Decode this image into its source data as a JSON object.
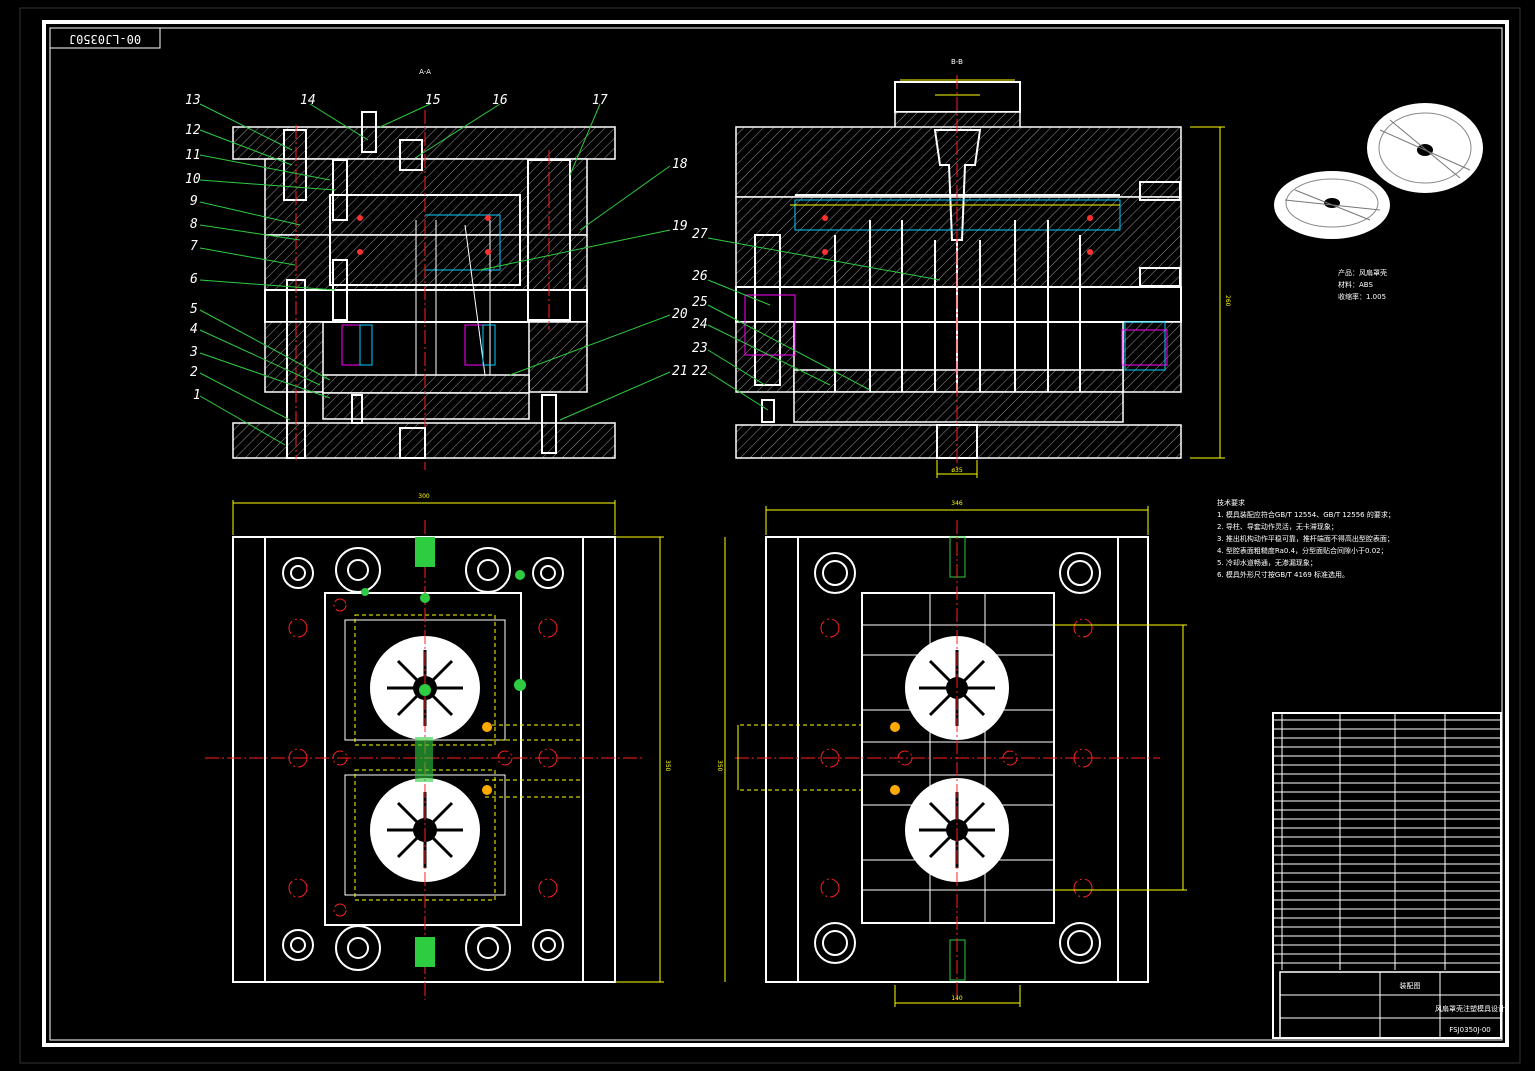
{
  "title_box": {
    "drawing_no": "00-LJ0350J"
  },
  "section_labels": {
    "left": "A-A",
    "right": "B-B"
  },
  "part_callouts_left": [
    "13",
    "12",
    "11",
    "10",
    "9",
    "8",
    "7",
    "6",
    "5",
    "4",
    "3",
    "2",
    "1",
    "14",
    "15",
    "16",
    "17",
    "18",
    "19",
    "20",
    "21"
  ],
  "part_callouts_right": [
    "27",
    "26",
    "25",
    "24",
    "23",
    "22"
  ],
  "dimensions": {
    "plan_left_width": "300",
    "plan_right_width": "346",
    "plan_left_height": "350",
    "plan_right_height": "350",
    "bottom_gap": "140",
    "sprue_dia": "ø35",
    "side_height": "260"
  },
  "product_info": {
    "lines": [
      "产品：风扇罩壳",
      "材料：ABS",
      "收缩率：1.005"
    ]
  },
  "tech_notes": {
    "heading": "技术要求",
    "items": [
      "1. 模具装配应符合GB/T 12554、GB/T 12556 的要求；",
      "2. 导柱、导套动作灵活，无卡滞现象；",
      "3. 推出机构动作平稳可靠，推杆端面不得高出型腔表面；",
      "4. 型腔表面粗糙度Ra0.4，分型面贴合间隙小于0.02；",
      "5. 冷却水道畅通，无渗漏现象；",
      "6. 模具外形尺寸按GB/T 4169 标准选用。"
    ]
  },
  "title_block": {
    "title": "装配图",
    "name": "风扇罩壳注塑模具设计",
    "code": "FSJ0350J-00"
  },
  "colors": {
    "outline": "#ffffff",
    "centerline": "#ff2020",
    "hidden": "#ffff00",
    "leader": "#2ecc40",
    "spring": "#ff00ff"
  }
}
